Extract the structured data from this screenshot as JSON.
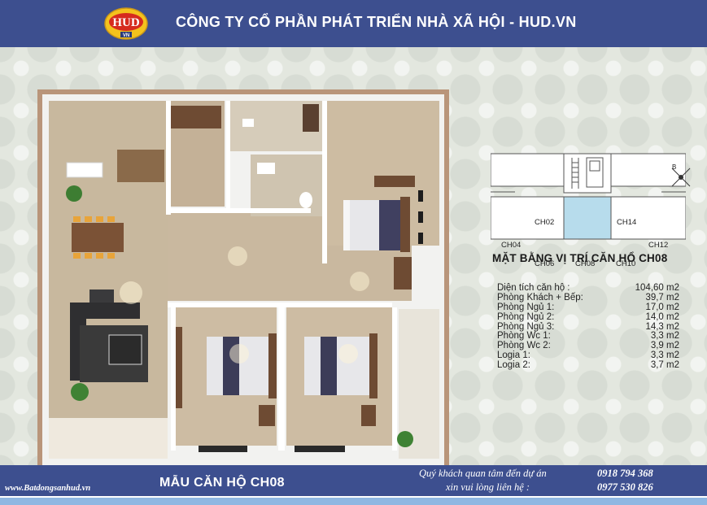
{
  "header": {
    "title": "CÔNG TY CỔ  PHẦN PHÁT TRIỂN NHÀ XÃ HỘI - HUD.VN",
    "logo_text": "HUD",
    "logo_subtext": "VN"
  },
  "keyplan": {
    "units": [
      "CH02",
      "CH14",
      "CH04",
      "CH12",
      "CH06",
      "CH08",
      "CH10"
    ],
    "highlighted": "CH08",
    "highlight_color": "#b7dcec"
  },
  "compass_label": "B",
  "plan_title": "MẶT BẰNG VỊ TRÍ CĂN HỔ CH08",
  "areas": [
    {
      "label": "Diện tích căn hộ :",
      "value": "104,60 m2"
    },
    {
      "label": "Phòng Khách + Bếp:",
      "value": "39,7 m2"
    },
    {
      "label": "Phòng Ngủ 1:",
      "value": "17,0 m2"
    },
    {
      "label": "Phòng Ngủ 2:",
      "value": "14,0 m2"
    },
    {
      "label": "Phòng Ngủ 3:",
      "value": "14,3 m2"
    },
    {
      "label": "Phòng Wc 1:",
      "value": "3,3 m2"
    },
    {
      "label": "Phòng Wc 2:",
      "value": "3,9 m2"
    },
    {
      "label": "Logia 1:",
      "value": "3,3 m2"
    },
    {
      "label": "Logia 2:",
      "value": "3,7 m2"
    }
  ],
  "footer": {
    "website": "www.Batdongsanhud.vn",
    "model_name": "MẪU CĂN HỘ CH08",
    "contact_line1": "Quý khách quan tâm đến dự án",
    "contact_line2": "xin vui lòng liên hệ :",
    "phone1": "0918 794 368",
    "phone2": "0977 530 826"
  },
  "colors": {
    "header_bg": "#3d4f8f",
    "footer_band": "#8fb7e2",
    "logo_red": "#d62b1e",
    "logo_yellow": "#f4c21d"
  }
}
